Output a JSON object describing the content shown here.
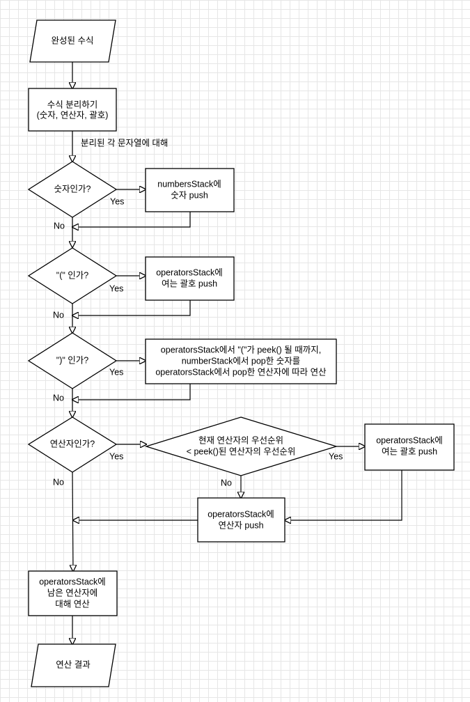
{
  "colors": {
    "background": "#ffffff",
    "grid": "#e6e6e6",
    "stroke": "#000000",
    "text": "#000000"
  },
  "nodes": {
    "start": {
      "text": "완성된 수식"
    },
    "split": {
      "line1": "수식 분리하기",
      "line2": "(숫자, 연산자, 괄호)"
    },
    "isNumber": {
      "text": "숫자인가?"
    },
    "pushNumber": {
      "line1": "numbersStack에",
      "line2": "숫자 push"
    },
    "isOpenParen": {
      "text": "\"(\" 인가?"
    },
    "pushOpenParen": {
      "line1": "operatorsStack에",
      "line2": "여는 괄호 push"
    },
    "isCloseParen": {
      "text": "\")\" 인가?"
    },
    "computeUntil": {
      "line1": "operatorsStack에서 \"(\"가 peek() 될 때까지,",
      "line2": "numberStack에서 pop한 숫자를",
      "line3": "operatorsStack에서 pop한 연산자에 따라 연산"
    },
    "isOperator": {
      "text": "연산자인가?"
    },
    "comparePriority": {
      "line1": "현재 연산자의 우선순위",
      "line2": "< peek()된 연산자의 우선순위"
    },
    "pushOpenParen2": {
      "line1": "operatorsStack에",
      "line2": "여는 괄호 push"
    },
    "pushOperator": {
      "line1": "operatorsStack에",
      "line2": "연산자 push"
    },
    "computeRest": {
      "line1": "operatorsStack에",
      "line2": "남은 연산자에",
      "line3": "대해 연산"
    },
    "result": {
      "text": "연산 결과"
    }
  },
  "edges": {
    "forEach": "분리된 각 문자열에 대해",
    "yes": "Yes",
    "no": "No"
  }
}
